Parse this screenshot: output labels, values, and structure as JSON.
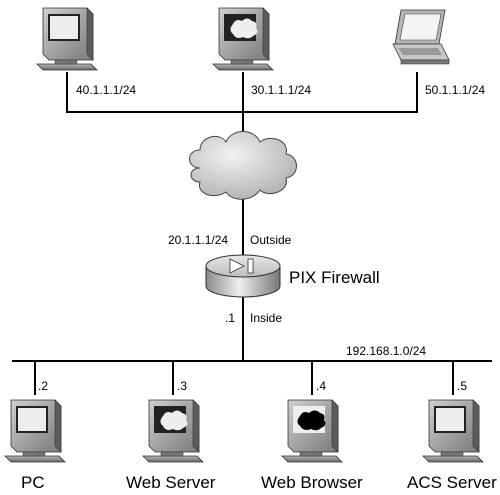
{
  "networks": {
    "top_left": "40.1.1.1/24",
    "top_middle": "30.1.1.1/24",
    "top_right": "50.1.1.1/24",
    "outside_ip": "20.1.1.1/24",
    "inside_net": "192.168.1.0/24"
  },
  "firewall": {
    "name": "PIX Firewall",
    "outside_label": "Outside",
    "inside_label": "Inside",
    "inside_ip": ".1"
  },
  "hosts": [
    {
      "name": "PC",
      "ip": ".2"
    },
    {
      "name": "Web Server",
      "ip": ".3"
    },
    {
      "name": "Web Browser",
      "ip": ".4"
    },
    {
      "name": "ACS Server",
      "ip": ".5"
    }
  ]
}
